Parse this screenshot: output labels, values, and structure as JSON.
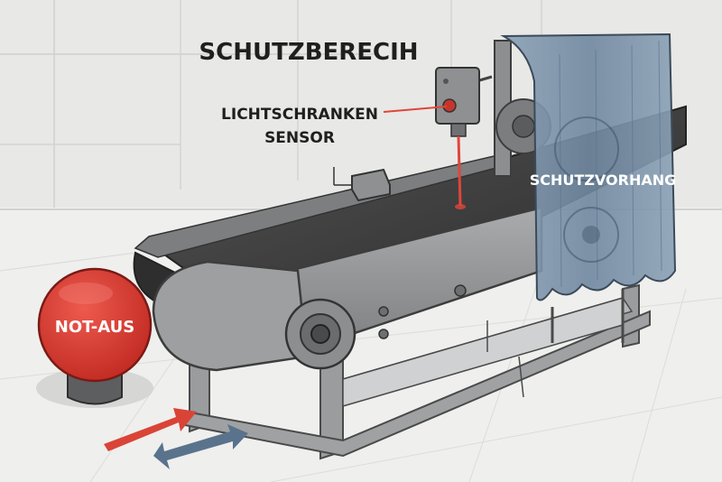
{
  "labels": {
    "title": "SCHUTZBERECIH",
    "sensor_line1": "LICHTSCHRANKEN",
    "sensor_line2": "SENSOR",
    "curtain": "SCHUTZVORHANG",
    "emergency_button": "NOT-AUS"
  },
  "colors": {
    "background": "#ececea",
    "belt": "#3a3a3a",
    "frame": "#8f9193",
    "curtain": "#7f95ab",
    "emergency_red": "#d9342b",
    "laser": "#e0463a",
    "arrow_red": "#d94436",
    "arrow_blue": "#5a738c"
  }
}
